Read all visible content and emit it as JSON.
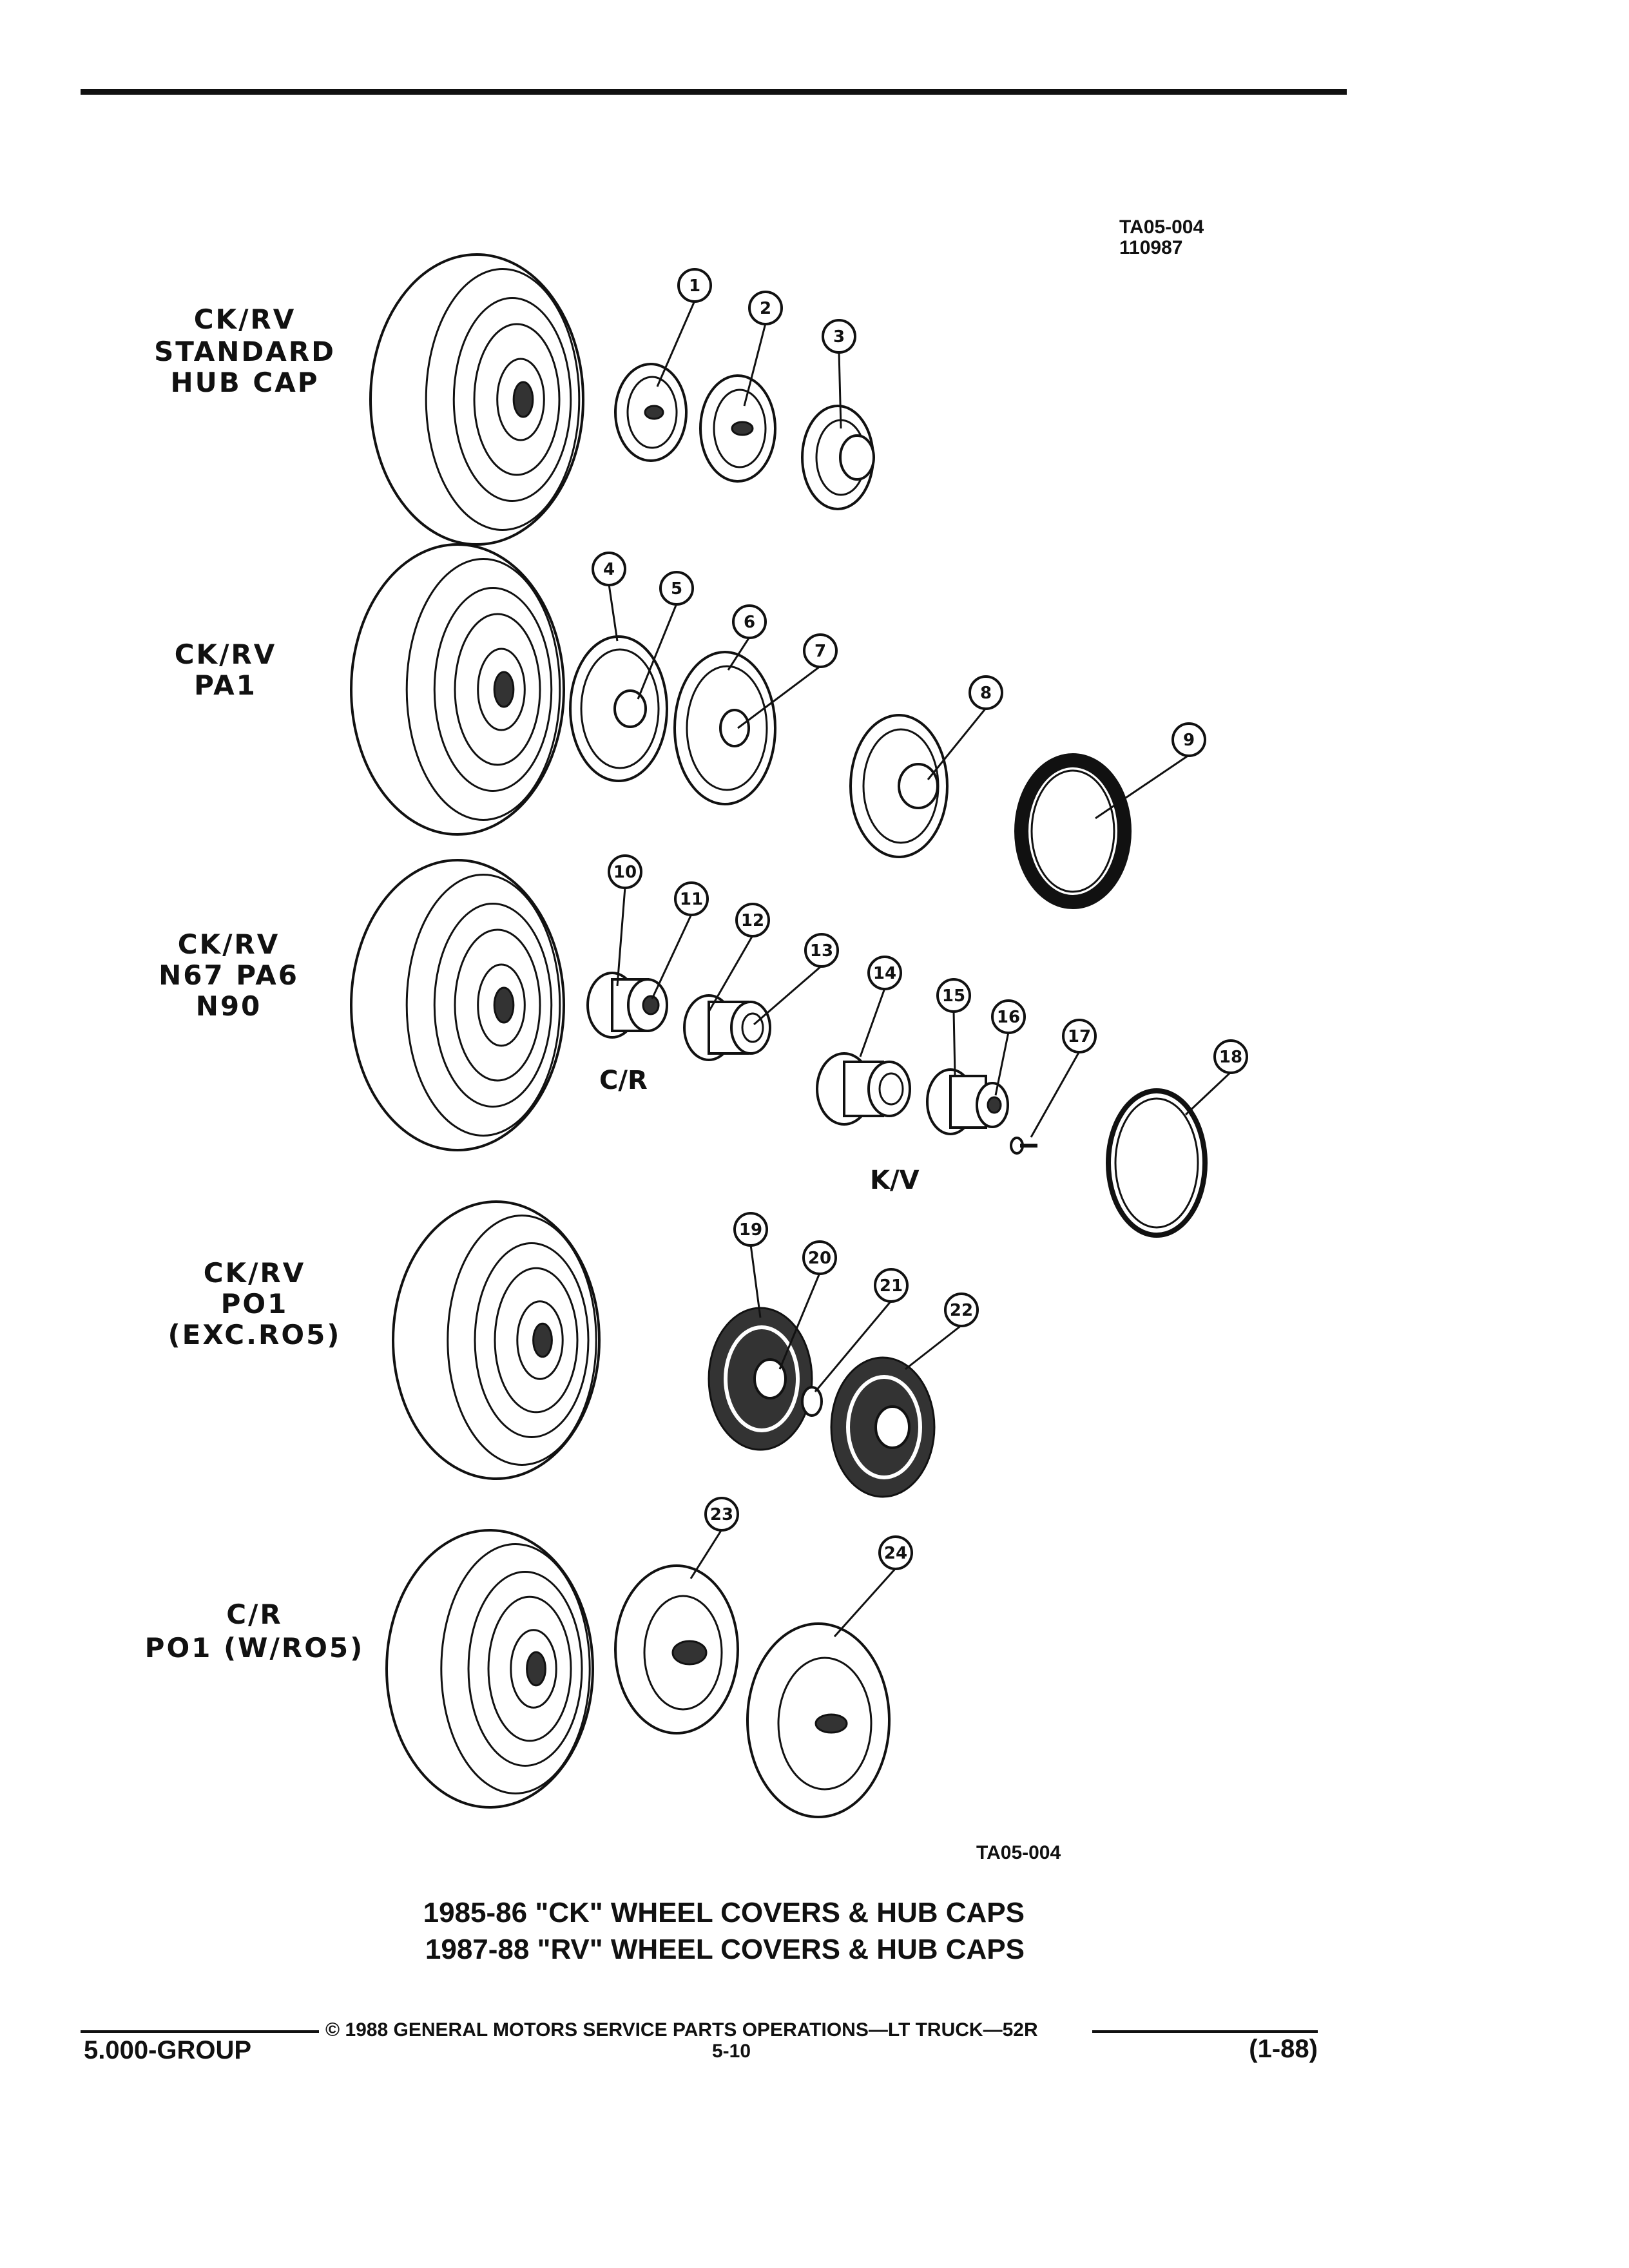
{
  "header": {
    "code": "TA05-004",
    "date": "110987"
  },
  "sections": [
    {
      "lines": [
        "CK/RV",
        "STANDARD",
        "HUB CAP"
      ]
    },
    {
      "lines": [
        "CK/RV",
        "PA1"
      ]
    },
    {
      "lines": [
        "CK/RV",
        "N67 PA6",
        "N90"
      ]
    },
    {
      "lines": [
        "CK/RV",
        "PO1",
        "(EXC.RO5)"
      ]
    },
    {
      "lines": [
        "C/R",
        "PO1 (W/RO5)"
      ]
    }
  ],
  "sub_labels": {
    "cr": "C/R",
    "kv": "K/V"
  },
  "callouts": [
    "1",
    "2",
    "3",
    "4",
    "5",
    "6",
    "7",
    "8",
    "9",
    "10",
    "11",
    "12",
    "13",
    "14",
    "15",
    "16",
    "17",
    "18",
    "19",
    "20",
    "21",
    "22",
    "23",
    "24"
  ],
  "bottom_code": "TA05-004",
  "titles": [
    "1985-86 \"CK\" WHEEL COVERS & HUB CAPS",
    "1987-88 \"RV\" WHEEL COVERS & HUB CAPS"
  ],
  "footer": {
    "copyright": "© 1988 GENERAL MOTORS SERVICE PARTS OPERATIONS—LT TRUCK—52R",
    "group": "5.000-GROUP",
    "page": "5-10",
    "date": "(1-88)"
  }
}
